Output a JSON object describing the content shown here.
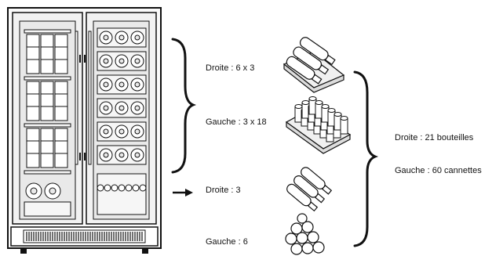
{
  "labels": {
    "right_shelves": "Droite : 6 x 3",
    "left_shelves": "Gauche : 3 x 18",
    "right_bottom": "Droite : 3",
    "left_bottom": "Gauche : 6",
    "right_capacity": "Droite : 21 bouteilles",
    "left_capacity": "Gauche : 60 cannettes"
  },
  "colors": {
    "line": "#111111",
    "glass": "#e9e9e9",
    "shelf": "#f6f6f6"
  },
  "icons": [
    "wine-fridge-icon",
    "bottle-rack-icon",
    "can-tray-icon",
    "bottles-three-icon",
    "bottles-stack-icon",
    "arrow-right-icon"
  ]
}
